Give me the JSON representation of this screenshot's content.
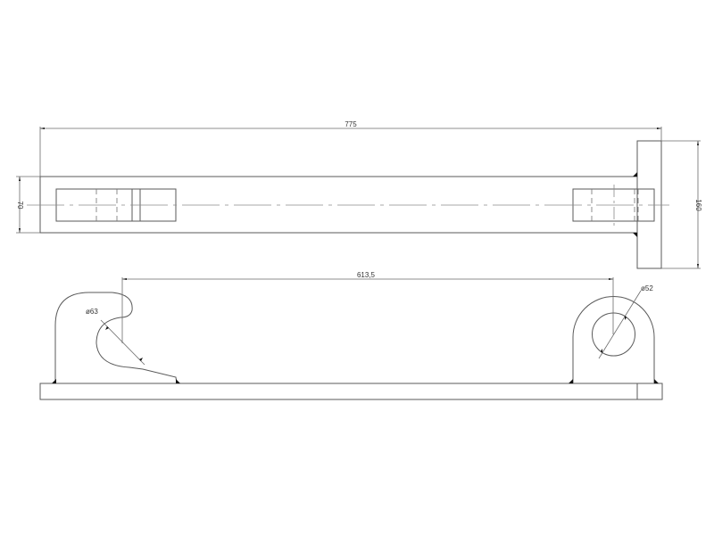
{
  "drawing": {
    "type": "technical-drawing",
    "views": [
      "top-view",
      "front-view"
    ],
    "line_color": "#5a5a5a",
    "background": "#ffffff"
  },
  "dimensions": {
    "overall_length": "775",
    "bar_width": "70",
    "flange_height": "160",
    "hook_to_eye_distance": "613,5",
    "hook_diameter": "ø63",
    "eye_hole_diameter": "ø52"
  }
}
